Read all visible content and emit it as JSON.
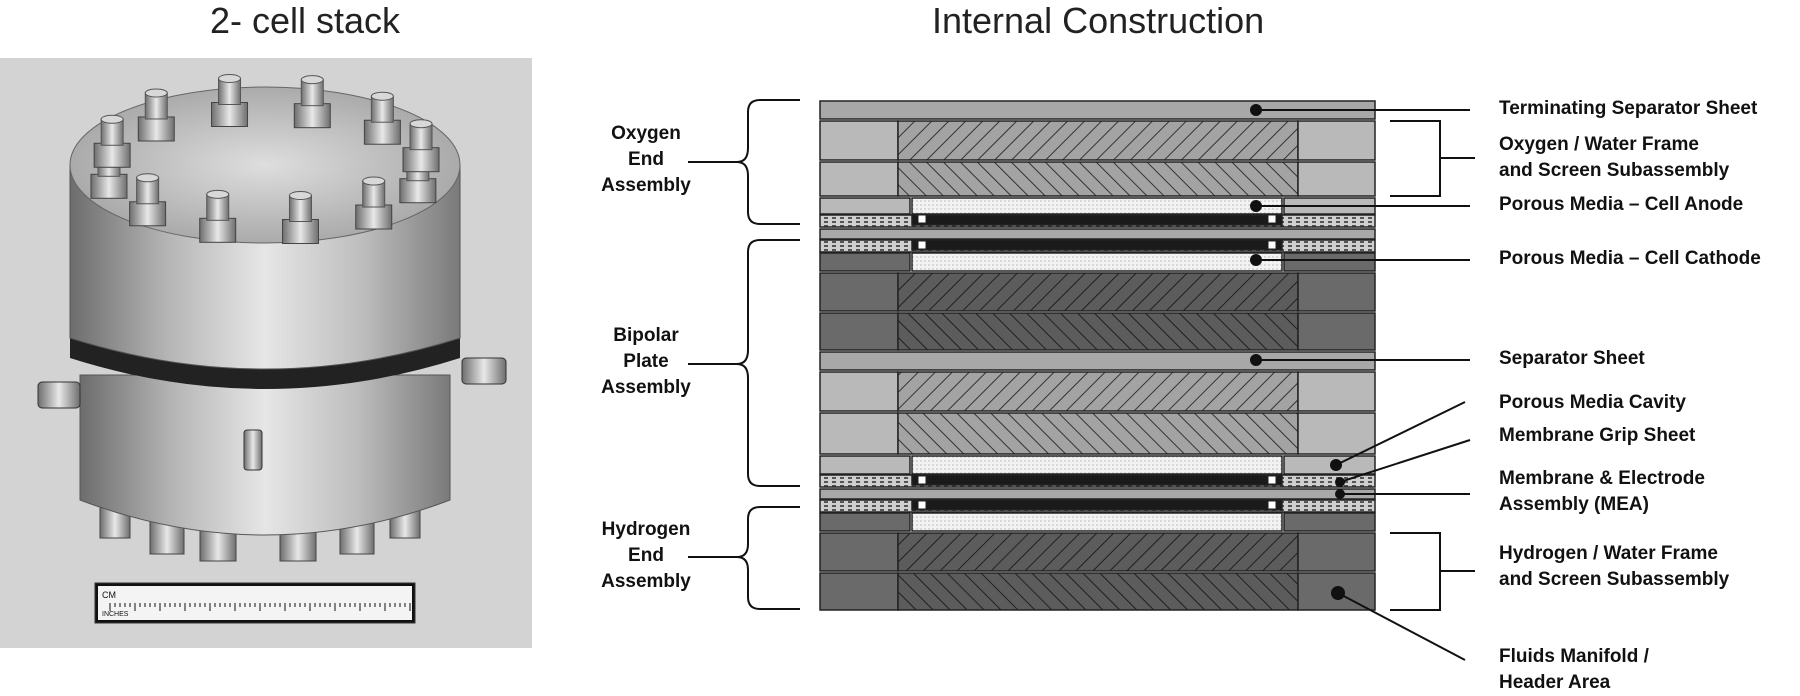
{
  "titles": {
    "photo": "2- cell stack",
    "diagram": "Internal Construction"
  },
  "photo": {
    "ruler_text_top": "CM",
    "ruler_text_bottom": "INCHES"
  },
  "left_labels": {
    "oxygen_end": [
      "Oxygen",
      "End",
      "Assembly"
    ],
    "bipolar_plate": [
      "Bipolar",
      "Plate",
      "Assembly"
    ],
    "hydrogen_end": [
      "Hydrogen",
      "End",
      "Assembly"
    ]
  },
  "right_labels": {
    "terminating_separator": "Terminating Separator Sheet",
    "oxygen_frame": [
      "Oxygen / Water Frame",
      "and Screen Subassembly"
    ],
    "anode": "Porous Media – Cell Anode",
    "cathode": "Porous Media – Cell Cathode",
    "separator": "Separator Sheet",
    "cavity": "Porous Media Cavity",
    "grip_sheet": "Membrane Grip Sheet",
    "mea": [
      "Membrane & Electrode",
      "Assembly (MEA)"
    ],
    "hydrogen_frame": [
      "Hydrogen / Water Frame",
      "and Screen Subassembly"
    ],
    "manifold": [
      "Fluids Manifold /",
      "Header Area"
    ]
  },
  "colors": {
    "oxygen_frame": "#b9b9b9",
    "hydrogen_frame": "#6a6a6a",
    "sheet": "#a8a8a8",
    "membrane": "#1a1a1a",
    "porous": "#eeeeee"
  }
}
